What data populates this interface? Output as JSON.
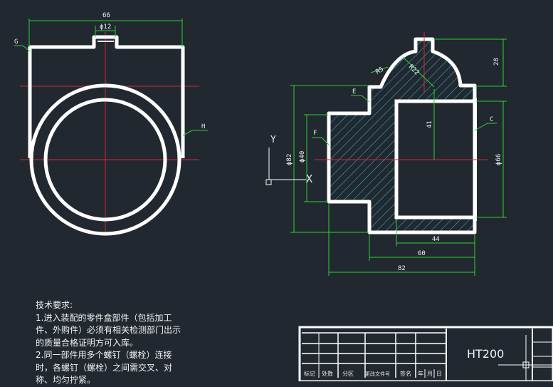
{
  "front_view": {
    "dim_width": "66",
    "dim_boss": "ϕ12",
    "label_g": "G",
    "label_h": "H"
  },
  "section_view": {
    "dim_height_top": "28",
    "dim_r_small": "R5",
    "dim_r_large": "R22",
    "label_e": "E",
    "label_c": "C",
    "label_f": "F",
    "dim_41": "41",
    "dim_phi82": "ϕ82",
    "dim_phi40": "ϕ40",
    "dim_phi66": "ϕ66",
    "dim_44": "44",
    "dim_60": "60",
    "dim_82": "82"
  },
  "ucs": {
    "y_label": "Y",
    "x_label": "X"
  },
  "notes": {
    "title": "技术要求:",
    "line1": "1.进入装配的零件盒部件（包括加工",
    "line2": "件、外购件）必须有相关检测部门出示",
    "line3": "的质量合格证明方可入库。",
    "line4": "2.同一部件用多个螺钉（螺栓）连接",
    "line5": "时，各螺钉（螺栓）之间需交叉、对",
    "line6": "称、均匀拧紧。"
  },
  "title_block": {
    "material": "HT200",
    "headers": [
      "标记",
      "处数",
      "分区",
      "更改文件号",
      "签名",
      "年",
      "月",
      "日"
    ]
  },
  "colors": {
    "background": "#212830",
    "outline": "#ffffff",
    "dimension": "#2fd12f",
    "centerline": "#e0252b",
    "hatch": "#33b7c4"
  }
}
